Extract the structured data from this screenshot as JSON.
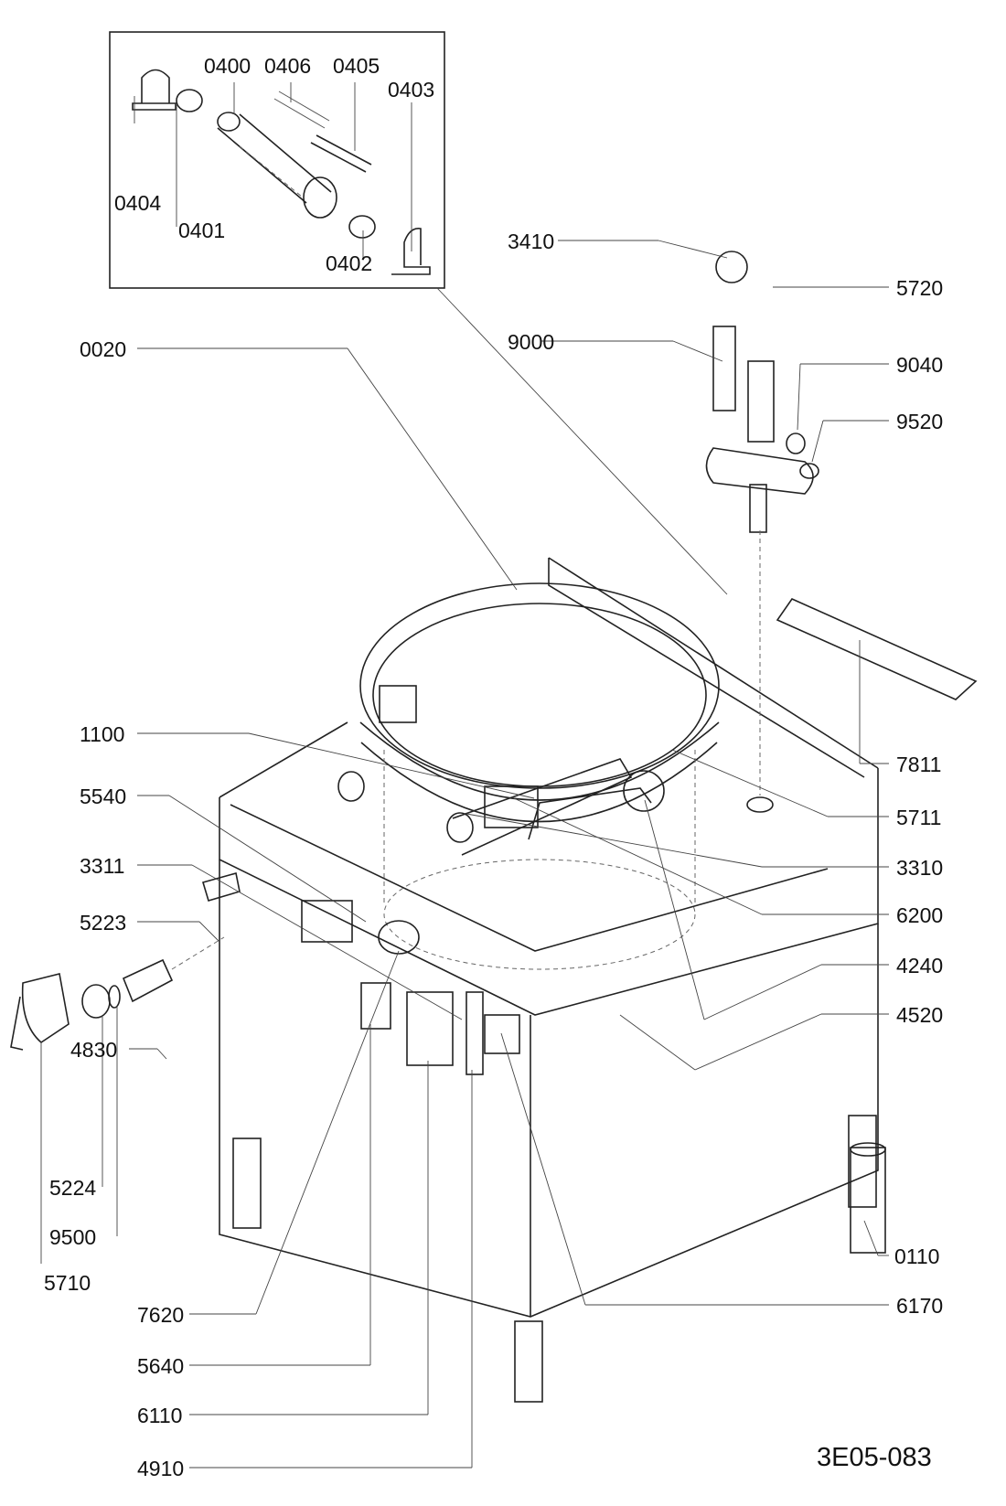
{
  "document_id": "3E05-083",
  "part_labels": {
    "p0400": "0400",
    "p0406": "0406",
    "p0405": "0405",
    "p0403": "0403",
    "p0404": "0404",
    "p0401": "0401",
    "p0402": "0402",
    "p3410": "3410",
    "p5720": "5720",
    "p9000": "9000",
    "p9040": "9040",
    "p9520": "9520",
    "p0020": "0020",
    "p1100": "1100",
    "p5540": "5540",
    "p3311": "3311",
    "p5223": "5223",
    "p4830": "4830",
    "p5224": "5224",
    "p9500": "9500",
    "p5710": "5710",
    "p7811": "7811",
    "p5711": "5711",
    "p3310": "3310",
    "p6200": "6200",
    "p4240": "4240",
    "p4520": "4520",
    "p0110": "0110",
    "p6170": "6170",
    "p7620": "7620",
    "p5640": "5640",
    "p6110": "6110",
    "p4910": "4910"
  }
}
